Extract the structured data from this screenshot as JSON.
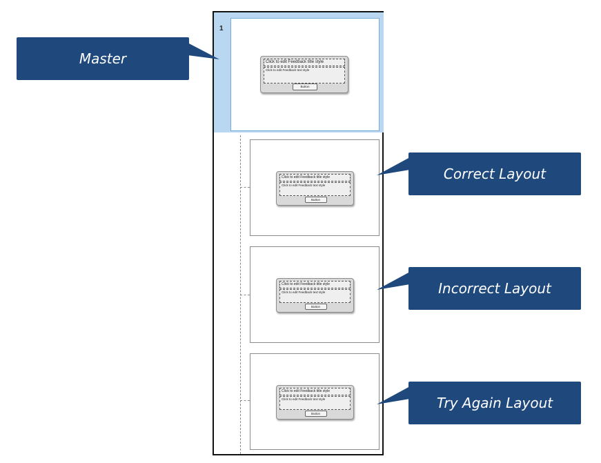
{
  "slide_panel": {
    "slide_number": "1",
    "master_dialog": {
      "title": "Click to edit Feedback title style",
      "text": "Click to edit Feedback text style",
      "button": "Button"
    },
    "layout_dialog": {
      "title": "Click to edit Feedback title style",
      "text": "Click to edit Feedback text style",
      "button": "Button"
    }
  },
  "callouts": {
    "master": "Master",
    "correct": "Correct Layout",
    "incorrect": "Incorrect Layout",
    "try_again": "Try Again Layout"
  },
  "colors": {
    "callout_bg": "#1f497d",
    "selection_highlight": "#b9d7f0"
  }
}
